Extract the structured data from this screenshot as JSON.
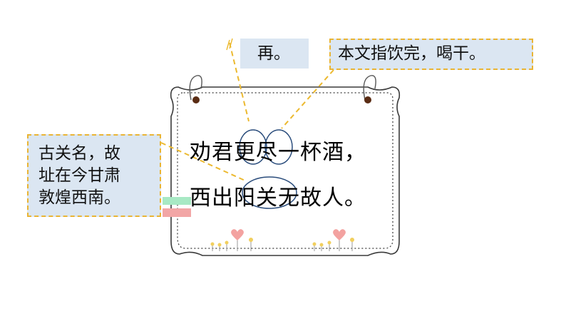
{
  "notes": {
    "zai": "再。",
    "jin": "本文指饮完，喝干。",
    "yangguan": [
      "古关名，故",
      "址在今甘肃",
      "敦煌西南。"
    ]
  },
  "poem": {
    "line1": "劝君更尽一杯酒，",
    "line2": "西出阳关无故人。"
  }
}
